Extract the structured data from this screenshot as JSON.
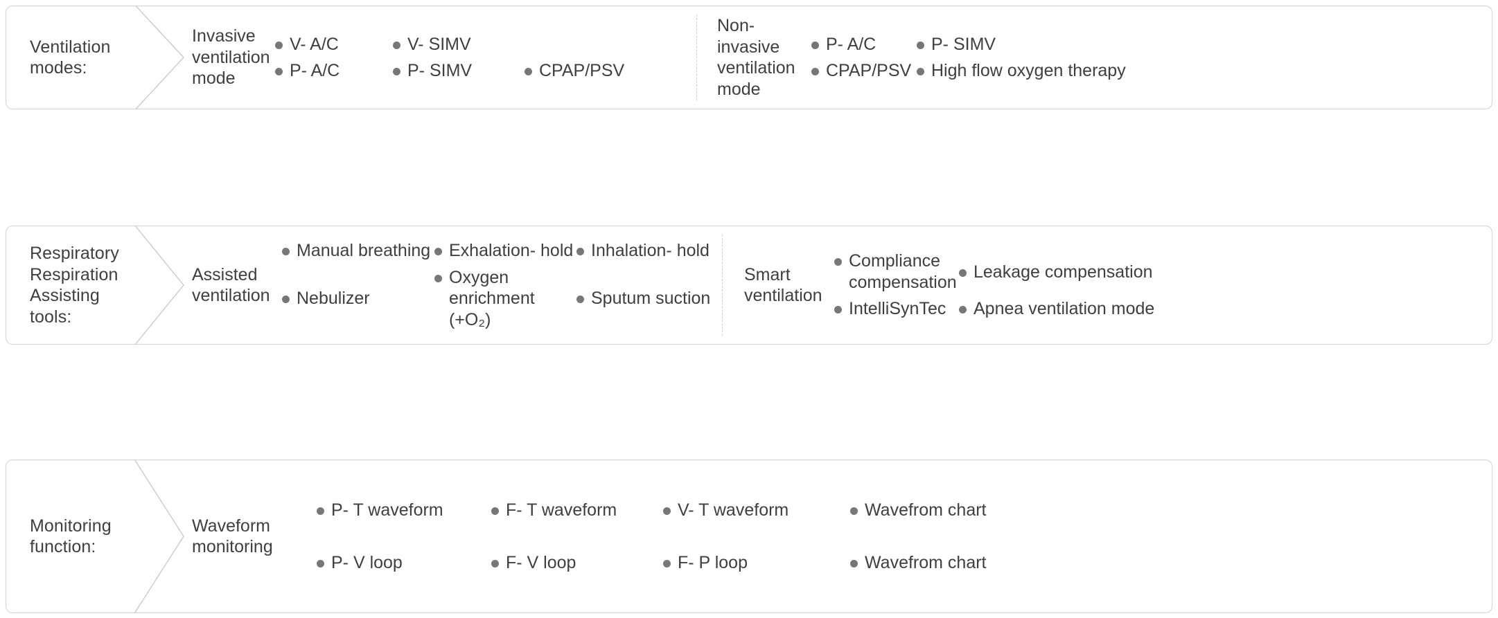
{
  "theme": {
    "text_color": "#3f3f3f",
    "bullet_color": "#777777",
    "card_border_color": "#d2d2d2",
    "divider_color": "#cfcfcf",
    "background": "#ffffff"
  },
  "sections": [
    {
      "category": "Ventilation\nmodes:",
      "groups": [
        {
          "title": "Invasive\nventilation\nmode",
          "divider_before": false,
          "items": [
            "V- A/C",
            "V- SIMV",
            "",
            "P- A/C",
            "P- SIMV",
            "CPAP/PSV"
          ]
        },
        {
          "title": "Non-\ninvasive\nventilation\nmode",
          "divider_before": true,
          "items": [
            "P- A/C",
            "P- SIMV",
            "CPAP/PSV",
            "High flow oxygen therapy"
          ]
        }
      ]
    },
    {
      "category": "Respiratory\nRespiration\nAssisting\ntools:",
      "groups": [
        {
          "title": "Assisted\nventilation",
          "divider_before": false,
          "items": [
            "Manual breathing",
            "Exhalation- hold",
            "Inhalation- hold",
            "Nebulizer",
            "Oxygen enrichment (+O₂)",
            "Sputum suction"
          ]
        },
        {
          "title": "Smart\nventilation",
          "divider_before": true,
          "items": [
            "Compliance\ncompensation",
            "Leakage compensation",
            "IntelliSynTec",
            "Apnea ventilation mode"
          ]
        }
      ]
    },
    {
      "category": "Monitoring\nfunction:",
      "groups": [
        {
          "title": "Waveform\nmonitoring",
          "divider_before": false,
          "items": [
            "P- T waveform",
            "F- T waveform",
            "V- T waveform",
            "Wavefrom chart",
            "P- V loop",
            "F- V loop",
            "F- P loop",
            "Wavefrom chart"
          ]
        }
      ]
    }
  ]
}
